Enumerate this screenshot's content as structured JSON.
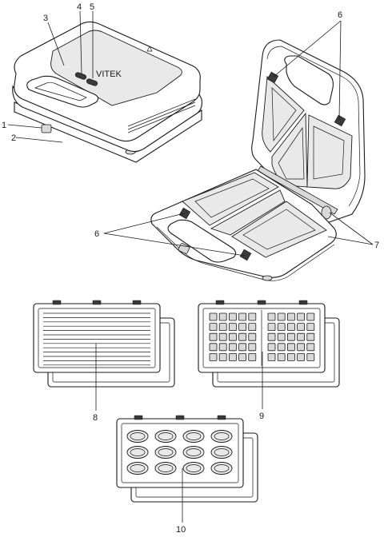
{
  "callouts": {
    "n1": "1",
    "n2": "2",
    "n3": "3",
    "n4": "4",
    "n5": "5",
    "n6_top": "6",
    "n6_left": "6",
    "n7": "7",
    "n8": "8",
    "n9": "9",
    "n10": "10"
  },
  "lid_text": "VITEK",
  "colors": {
    "line": "#1a1a1a",
    "panel": "#e9e9e9",
    "background": "#ffffff"
  }
}
